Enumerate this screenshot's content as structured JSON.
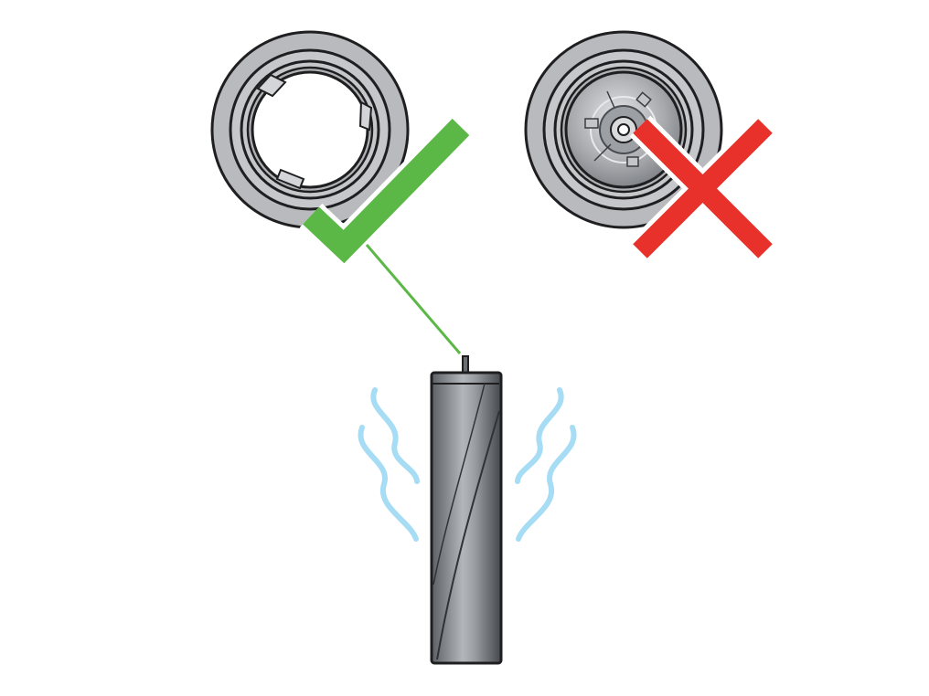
{
  "colors": {
    "background": "#ffffff",
    "ring_outer": "#b9babd",
    "ring_inner": "#c8c9cc",
    "outline": "#1f1f21",
    "check": "#5bb846",
    "cross": "#e8312a",
    "roller_light": "#aeb1b5",
    "roller_dark": "#55585d",
    "wave": "#a6dcf4"
  },
  "icons": {
    "correct": "check-icon",
    "incorrect": "cross-icon",
    "drying": "wave-icon"
  },
  "items": {
    "clean_end": {
      "status": "correct"
    },
    "blocked_end": {
      "status": "incorrect"
    },
    "roller": {
      "state": "drying"
    }
  }
}
